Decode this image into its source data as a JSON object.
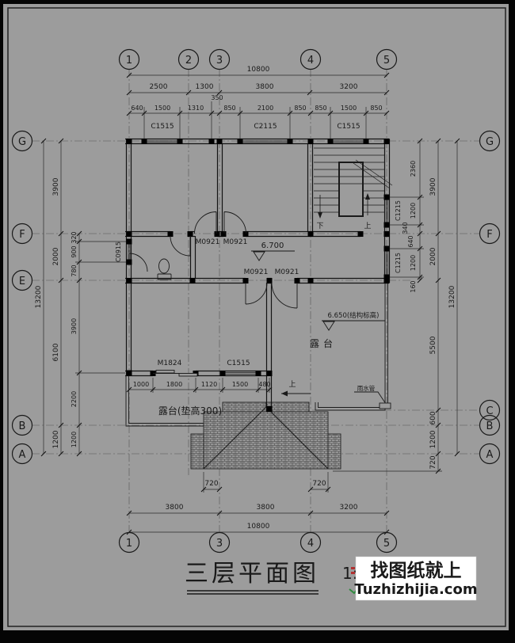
{
  "drawing": {
    "axes": {
      "top": [
        "1",
        "2",
        "3",
        "4",
        "5"
      ],
      "bottom": [
        "1",
        "3",
        "4",
        "5"
      ],
      "left": [
        "G",
        "F",
        "E",
        "B",
        "A"
      ],
      "right": [
        "G",
        "F",
        "C",
        "B",
        "A"
      ]
    },
    "top_dims": {
      "total": "10800",
      "majors": [
        "2500",
        "1300",
        "3800",
        "3200"
      ],
      "minors": [
        "640",
        "1500",
        "1310",
        "350",
        "850",
        "2100",
        "850",
        "850",
        "1500",
        "850"
      ],
      "windows": [
        "C1515",
        "C2115",
        "C1515"
      ]
    },
    "bottom_dims": {
      "total": "10800",
      "majors": [
        "3800",
        "3800",
        "3200"
      ],
      "overhangs": [
        "720",
        "720"
      ]
    },
    "left_dims": {
      "total": "13200",
      "majors": [
        "3900",
        "2000",
        "6100",
        "1200"
      ],
      "minors": [
        "320",
        "900",
        "780",
        "3900",
        "2200",
        "1200"
      ],
      "window": "C0915"
    },
    "right_dims": {
      "total": "13200",
      "majors": [
        "3900",
        "2000",
        "5500",
        "600",
        "1200"
      ],
      "minors": [
        "2360",
        "1200",
        "340",
        "640",
        "1200",
        "160"
      ],
      "windows": [
        "C1215",
        "C1215"
      ],
      "overhang": "720"
    },
    "interior": {
      "door_f1": "M0921",
      "door_f2": "M0921",
      "door_e1": "M0921",
      "door_e2": "M0921",
      "elev_corridor": "6.700",
      "elev_terrace": "6.650(结构标高)",
      "terrace_right": "露台",
      "terrace_left": "露台(垫高300)",
      "door_balcony": "M1824",
      "window_balcony": "C1515",
      "rain_pipe": "雨水管",
      "step_up": "上",
      "stair_down": "下",
      "stair_up": "上",
      "row": [
        "1000",
        "1800",
        "1120",
        "1500",
        "480"
      ]
    },
    "title": "三层平面图",
    "scale": "1:"
  },
  "watermark": {
    "line1": "找图纸就上",
    "line2": "Tuzhizhijia.com",
    "line2_color": "#1d1dcf"
  }
}
